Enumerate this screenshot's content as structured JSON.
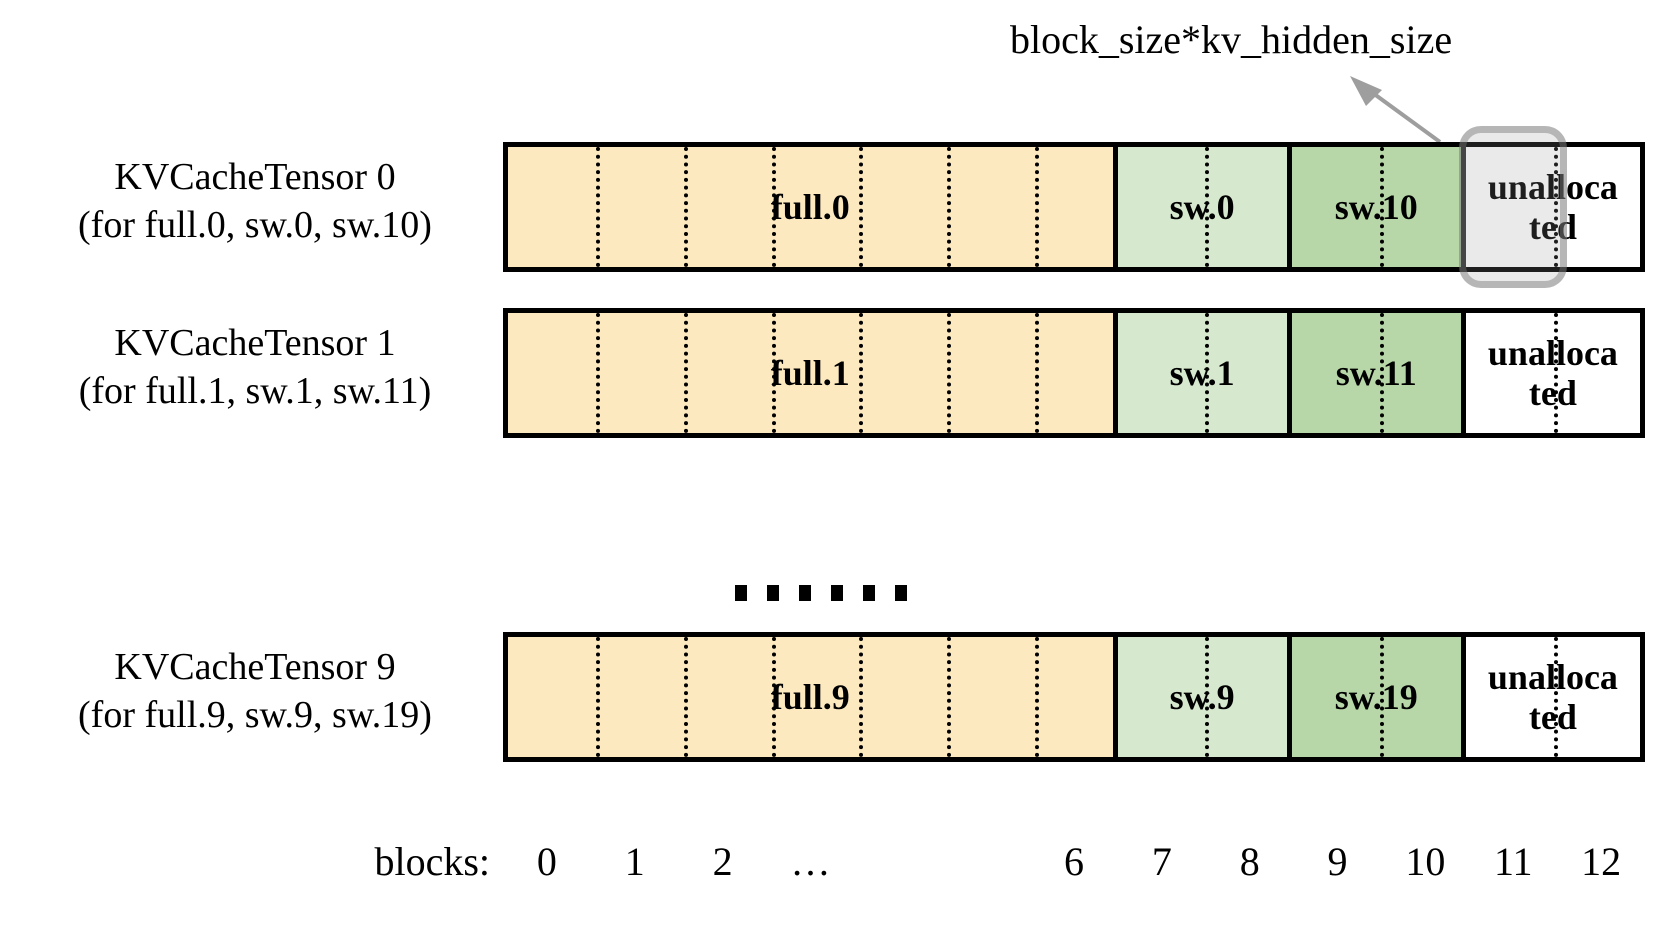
{
  "diagram": {
    "annotation": {
      "text": "block_size*kv_hidden_size",
      "arrow_icon": "arrow-up-left-icon",
      "arrow_color": "#9e9e9e"
    },
    "ellipsis": {
      "glyph": "……",
      "dot_count": 6
    },
    "axis": {
      "title": "blocks:",
      "ticks": [
        "0",
        "1",
        "2",
        "…",
        "6",
        "7",
        "8",
        "9",
        "10",
        "11",
        "12"
      ],
      "tick_block_index": [
        0,
        1,
        2,
        3,
        6,
        7,
        8,
        9,
        10,
        11,
        12
      ]
    },
    "colors": {
      "full_attention": "#fce9c0",
      "sliding_window_light": "#d6e8cd",
      "sliding_window_dark": "#b7d7a8",
      "unallocated": "#ffffff",
      "border": "#000000",
      "highlight_stroke": "#9a9a9a"
    },
    "rows": [
      {
        "label_line1": "KVCacheTensor 0",
        "label_line2": "(for full.0, sw.0, sw.10)",
        "segments": [
          {
            "text": "full.0",
            "kind": "full",
            "blocks": 7
          },
          {
            "text": "sw.0",
            "kind": "sw-light",
            "blocks": 2
          },
          {
            "text": "sw.10",
            "kind": "sw-dark",
            "blocks": 2
          },
          {
            "text": "unalloca ted",
            "kind": "unalloc",
            "blocks": 2
          }
        ],
        "highlight_block": 11
      },
      {
        "label_line1": "KVCacheTensor 1",
        "label_line2": "(for full.1, sw.1, sw.11)",
        "segments": [
          {
            "text": "full.1",
            "kind": "full",
            "blocks": 7
          },
          {
            "text": "sw.1",
            "kind": "sw-light",
            "blocks": 2
          },
          {
            "text": "sw.11",
            "kind": "sw-dark",
            "blocks": 2
          },
          {
            "text": "unalloca ted",
            "kind": "unalloc",
            "blocks": 2
          }
        ],
        "highlight_block": null
      },
      {
        "label_line1": "KVCacheTensor 9",
        "label_line2": "(for full.9, sw.9, sw.19)",
        "segments": [
          {
            "text": "full.9",
            "kind": "full",
            "blocks": 7
          },
          {
            "text": "sw.9",
            "kind": "sw-light",
            "blocks": 2
          },
          {
            "text": "sw.19",
            "kind": "sw-dark",
            "blocks": 2
          },
          {
            "text": "unalloca ted",
            "kind": "unalloc",
            "blocks": 2
          }
        ],
        "highlight_block": null
      }
    ]
  }
}
